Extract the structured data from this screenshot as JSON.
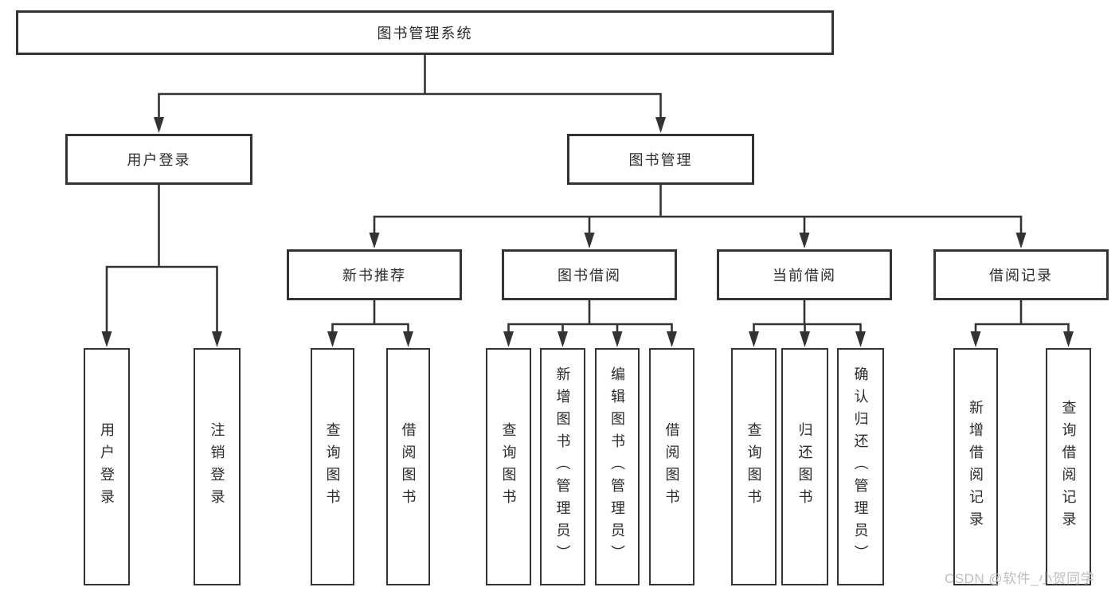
{
  "diagram": {
    "title": "图书管理系统",
    "nodes": [
      {
        "id": "root",
        "label": "图书管理系统"
      },
      {
        "id": "login",
        "label": "用户登录"
      },
      {
        "id": "mgmt",
        "label": "图书管理"
      },
      {
        "id": "newbook",
        "label": "新书推荐"
      },
      {
        "id": "borrow",
        "label": "图书借阅"
      },
      {
        "id": "current",
        "label": "当前借阅"
      },
      {
        "id": "records",
        "label": "借阅记录"
      },
      {
        "id": "login-user",
        "label": "用户登录"
      },
      {
        "id": "login-logout",
        "label": "注销登录"
      },
      {
        "id": "newbook-query",
        "label": "查询图书"
      },
      {
        "id": "newbook-borrow",
        "label": "借阅图书"
      },
      {
        "id": "borrow-query",
        "label": "查询图书"
      },
      {
        "id": "borrow-add",
        "label": "新增图书（管理员）"
      },
      {
        "id": "borrow-edit",
        "label": "编辑图书（管理员）"
      },
      {
        "id": "borrow-borrow",
        "label": "借阅图书"
      },
      {
        "id": "current-query",
        "label": "查询图书"
      },
      {
        "id": "current-return",
        "label": "归还图书"
      },
      {
        "id": "current-confirm",
        "label": "确认归还（管理员）"
      },
      {
        "id": "records-add",
        "label": "新增借阅记录"
      },
      {
        "id": "records-query",
        "label": "查询借阅记录"
      }
    ],
    "edges": [
      {
        "from": "root",
        "to": [
          "login",
          "mgmt"
        ]
      },
      {
        "from": "login",
        "to": [
          "login-user",
          "login-logout"
        ]
      },
      {
        "from": "mgmt",
        "to": [
          "newbook",
          "borrow",
          "current",
          "records"
        ]
      },
      {
        "from": "newbook",
        "to": [
          "newbook-query",
          "newbook-borrow"
        ]
      },
      {
        "from": "borrow",
        "to": [
          "borrow-query",
          "borrow-add",
          "borrow-edit",
          "borrow-borrow"
        ]
      },
      {
        "from": "current",
        "to": [
          "current-query",
          "current-return",
          "current-confirm"
        ]
      },
      {
        "from": "records",
        "to": [
          "records-add",
          "records-query"
        ]
      }
    ]
  },
  "watermark": "CSDN @软件_小贺同学",
  "colors": {
    "line": "#333333",
    "box_border": "#333333",
    "text": "#2b2b2b",
    "watermark": "#bfbfbf",
    "background": "#ffffff"
  }
}
